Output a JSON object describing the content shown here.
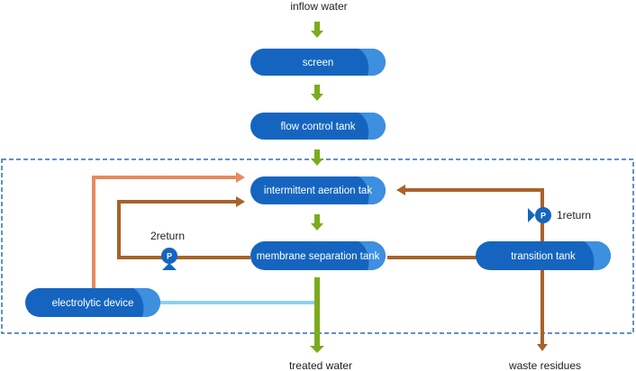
{
  "labels": {
    "inflow": "inflow water",
    "treated": "treated water",
    "waste": "waste residues",
    "return1": "1return",
    "return2": "2return"
  },
  "nodes": {
    "screen": "screen",
    "flow_control": "flow control tank",
    "aeration": "intermittent aeration tak",
    "membrane": "membrane separation tank",
    "transition": "transition tank",
    "electrolytic": "electrolytic device"
  },
  "pumps": {
    "pump1": "P",
    "pump2": "P"
  },
  "colors": {
    "node_fill": "#1565c0",
    "node_accent": "#3d8fe0",
    "water_flow": "#7cab1e",
    "sludge_return": "#a8622a",
    "electrolytic_line": "#e8895c",
    "clean_line": "#8fd0ec",
    "boundary": "#2f6db3"
  }
}
